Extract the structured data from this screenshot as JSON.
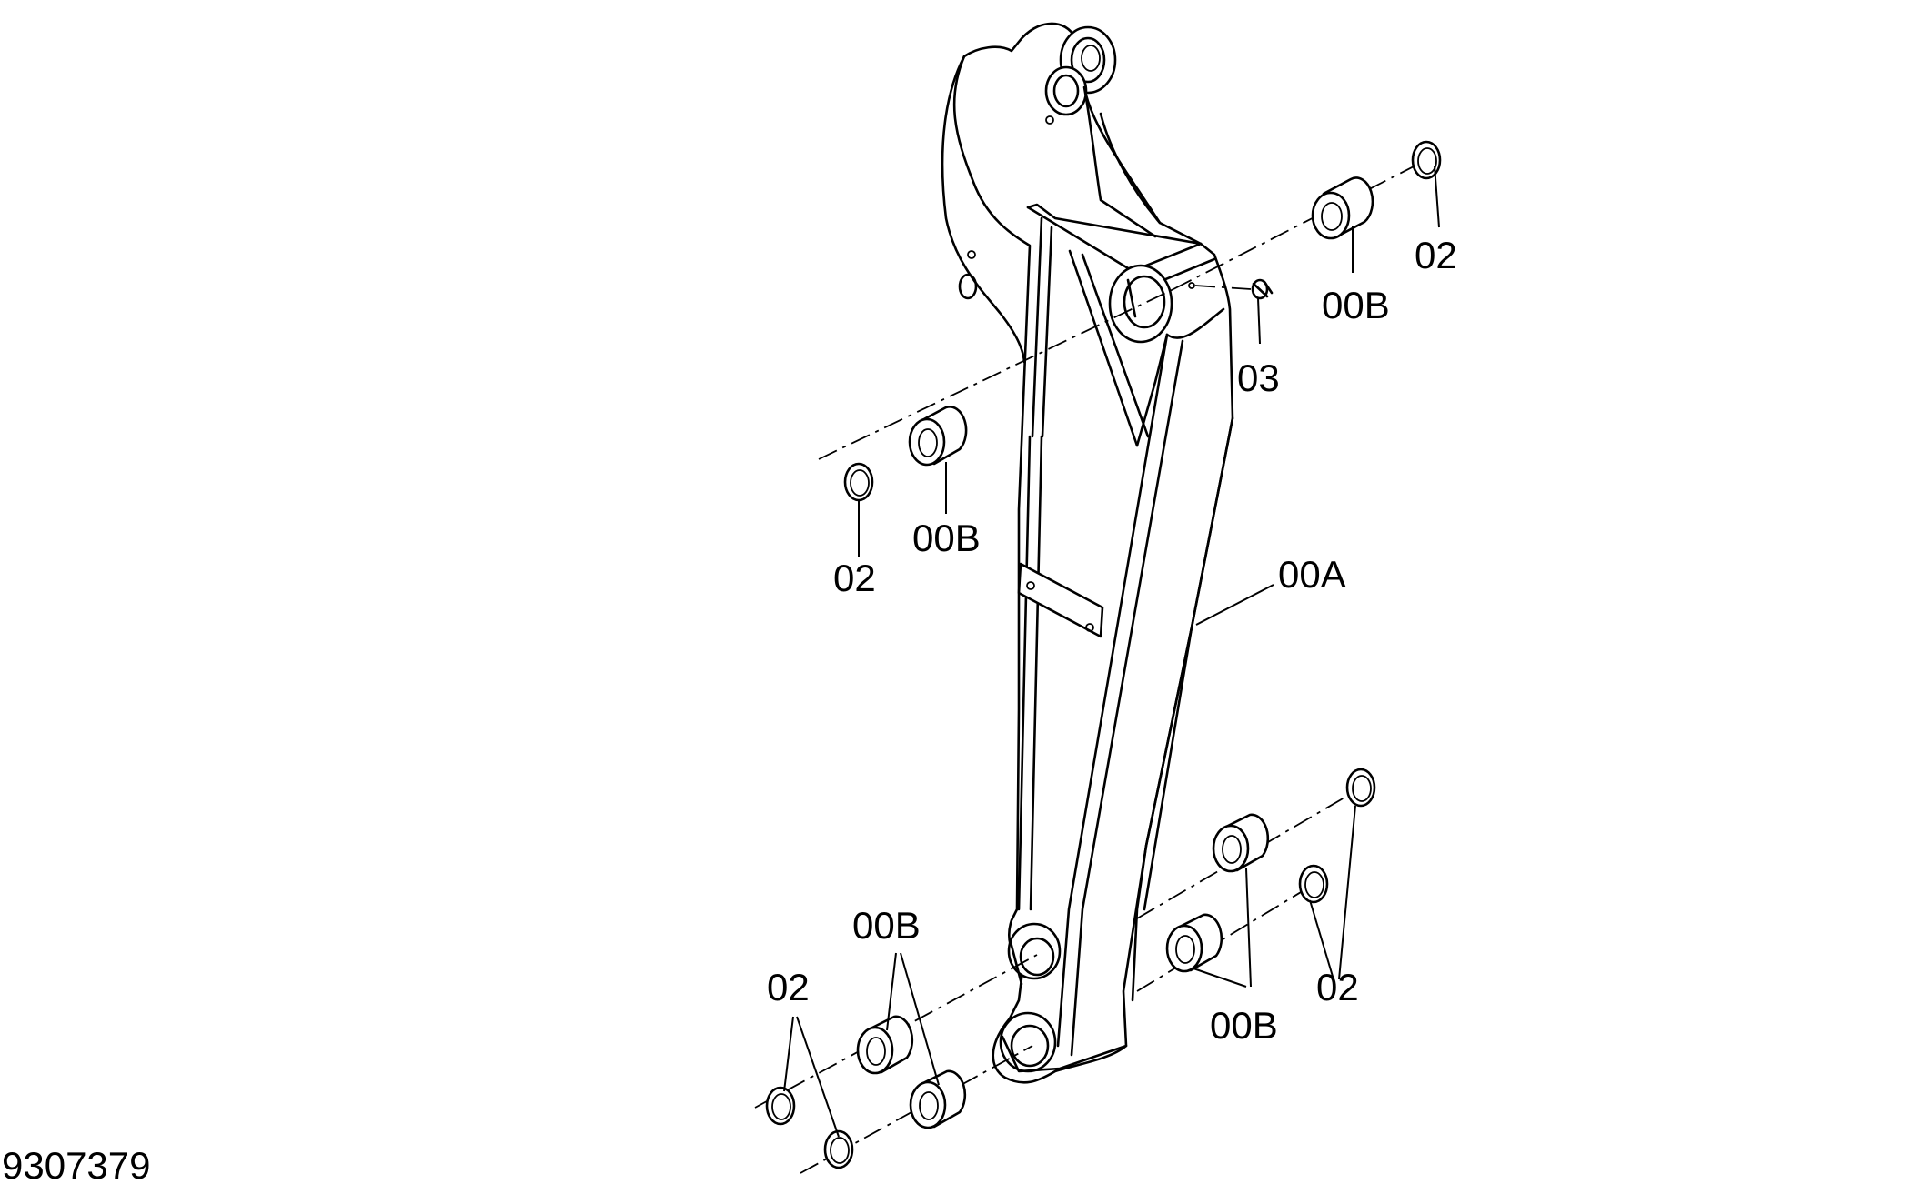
{
  "drawing_id": "9307379",
  "labels": {
    "arm": "00A",
    "bushing": "00B",
    "shim": "02",
    "grease_fitting": "03"
  }
}
